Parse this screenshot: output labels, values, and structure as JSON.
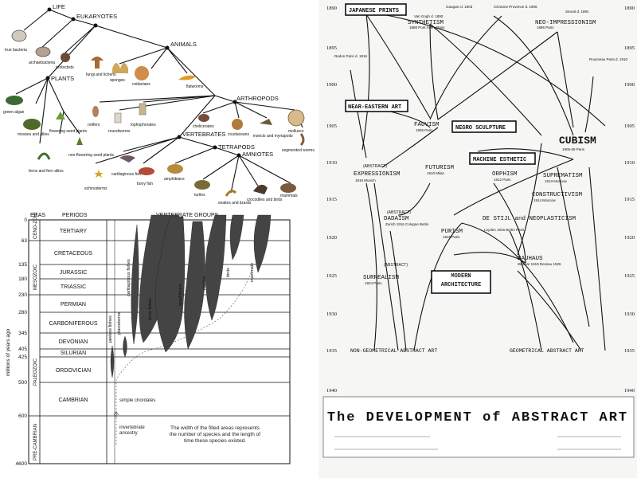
{
  "tree": {
    "nodes": {
      "life": "LIFE",
      "eukaryotes": "EUKARYOTES",
      "animals": "ANIMALS",
      "plants": "PLANTS",
      "arthropods": "ARTHROPODS",
      "vertebrates": "VERTEBRATES",
      "tetrapods": "TETRAPODS",
      "amniotes": "AMNIOTES"
    },
    "leaves": {
      "true_bacteria": "true bacteria",
      "archaebacteria": "archaebacteria",
      "protoctists": "protoctists",
      "fungi": "fungi and lichens",
      "sponges": "sponges",
      "cnidarians": "cnidarians",
      "flatworms": "flatworms",
      "green_algae": "green algae",
      "mosses": "mosses and allies",
      "flowering": "flowering seed plants",
      "nonflowering": "non-flowering seed plants",
      "ferns": "ferns and fern allies",
      "rotifers": "rotifers",
      "roundworms": "roundworms",
      "lophophorates": "lophophorates",
      "chelicerates": "chelicerates",
      "crustaceans": "crustaceans",
      "insects": "insects and myriapods",
      "molluscs": "molluscs",
      "segmented": "segmented worms",
      "echinoderms": "echinoderms",
      "cartilaginous": "cartilaginous fish",
      "bony_fish": "bony fish",
      "amphibians": "amphibians",
      "turtles": "turtles",
      "snakes": "snakes and lizards",
      "crocodiles": "crocodiles and birds",
      "mammals": "mammals"
    }
  },
  "chart": {
    "headers": {
      "eras": "ERAS",
      "periods": "PERIODS",
      "groups": "VERTEBRATE GROUPS"
    },
    "yaxis_label": "millions of years ago",
    "ticks": [
      "0",
      "63",
      "135",
      "180",
      "230",
      "280",
      "345",
      "405",
      "425",
      "500",
      "600",
      "4600"
    ],
    "eras": {
      "cenozoic": "CENO-ZOIC",
      "mesozoic": "MESOZOIC",
      "paleozoic": "PALEOZOIC",
      "precambrian": "PRE-CAMBRIAN"
    },
    "periods": [
      "TERTIARY",
      "CRETACEOUS",
      "JURASSIC",
      "TRIASSIC",
      "PERMIAN",
      "CARBONIFEROUS",
      "DEVONIAN",
      "SILURIAN",
      "ORDOVICIAN",
      "CAMBRIAN"
    ],
    "groups": [
      "jawless fishes",
      "placoderms",
      "cartilaginous fishes",
      "bony fishes",
      "amphibians",
      "reptiles",
      "birds",
      "mammals"
    ],
    "annotations": {
      "simple": "simple chordates",
      "invertebrate": "invertebrate ancestry",
      "note": "The width of the filled areas represents the number of species and the length of time these species existed."
    }
  },
  "art": {
    "years": [
      "1890",
      "1895",
      "1900",
      "1905",
      "1910",
      "1915",
      "1920",
      "1925",
      "1930",
      "1935",
      "1940"
    ],
    "boxes": {
      "japanese": "JAPANESE PRINTS",
      "near_eastern": "NEAR-EASTERN ART",
      "negro": "NEGRO SCULPTURE",
      "machine": "MACHINE ESTHETIC",
      "modern": "MODERN ARCHITECTURE"
    },
    "movements": {
      "synthetism": "SYNTHETISM",
      "synthetism_sub": "1888 Pont Aven, Paris",
      "neo": "NEO-IMPRESSIONISM",
      "neo_sub": "1886 Paris",
      "fauvism": "FAUVISM",
      "fauvism_sub": "1905 Paris",
      "cubism": "CUBISM",
      "cubism_sub": "1906-08 Paris",
      "abstract_expr_pre": "(ABSTRACT)",
      "expressionism": "EXPRESSIONISM",
      "expressionism_sub": "1910 Munich",
      "futurism": "FUTURISM",
      "futurism_sub": "1910 Milan",
      "orphism": "ORPHISM",
      "orphism_sub": "1912 Paris",
      "suprematism": "SUPREMATISM",
      "suprematism_sub": "1913 Moscow",
      "constructivism": "CONSTRUCTIVISM",
      "constructivism_sub": "1914 Moscow",
      "dadaism_pre": "(ABSTRACT)",
      "dadaism": "DADAISM",
      "dadaism_sub": "Zurich 1916 Cologne Berlin",
      "destijl": "DE STIJL and NEOPLASTICISM",
      "destijl_sub": "Leyden 1916 Berlin Paris",
      "purism": "PURISM",
      "purism_sub": "1918 Paris",
      "bauhaus": "BAUHAUS",
      "bauhaus_sub": "Weimar 1919 Dessau 1925",
      "abstract_pre": "(ABSTRACT)",
      "surrealism": "SURREALISM",
      "surrealism_sub": "1924 Paris"
    },
    "people": {
      "vangogh": "Van Gogh d. 1890",
      "gauguin": "Gauguin d. 1903",
      "cezanne": "Cézanne Provence d. 1906",
      "seurat": "Seurat d. 1891",
      "redon": "Redon Paris d. 1916",
      "rousseau": "Rousseau Paris d. 1910"
    },
    "outcomes": {
      "nongeo": "NON-GEOMETRICAL ABSTRACT ART",
      "geo": "GEOMETRICAL ABSTRACT ART"
    },
    "title": "The DEVELOPMENT of ABSTRACT ART"
  }
}
